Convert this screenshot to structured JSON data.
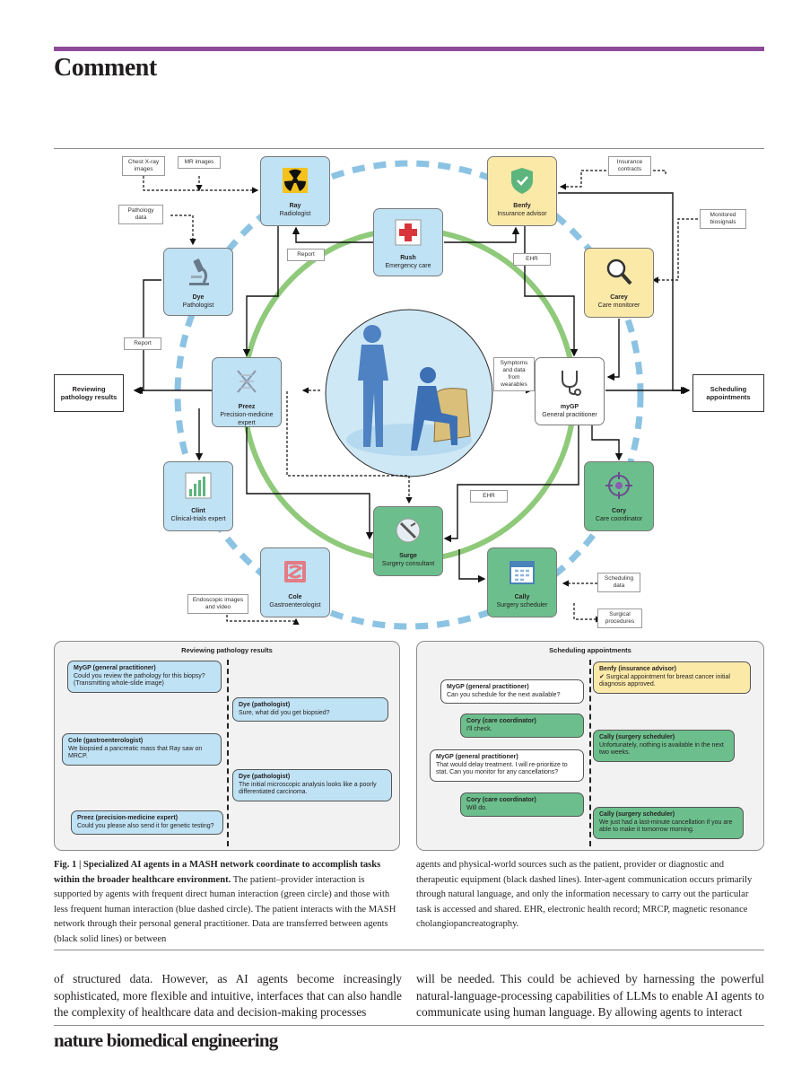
{
  "header": {
    "section": "Comment"
  },
  "agents": {
    "ray": {
      "name": "Ray",
      "role": "Radiologist"
    },
    "rush": {
      "name": "Rush",
      "role": "Emergency care"
    },
    "benfy": {
      "name": "Benfy",
      "role": "Insurance advisor"
    },
    "dye": {
      "name": "Dye",
      "role": "Pathologist"
    },
    "carey": {
      "name": "Carey",
      "role": "Care monitorer"
    },
    "preez": {
      "name": "Preez",
      "role": "Precision-medicine expert"
    },
    "mygp": {
      "name": "myGP",
      "role": "General practitioner"
    },
    "clint": {
      "name": "Clint",
      "role": "Clinical-trials expert"
    },
    "cory": {
      "name": "Cory",
      "role": "Care coordinator"
    },
    "surge": {
      "name": "Surge",
      "role": "Surgery consultant"
    },
    "cole": {
      "name": "Cole",
      "role": "Gastroenterologist"
    },
    "cally": {
      "name": "Cally",
      "role": "Surgery scheduler"
    }
  },
  "tags": {
    "chest_xray": "Chest X-ray images",
    "mr_images": "MR images",
    "pathology_data": "Pathology data",
    "report1": "Report",
    "report2": "Report",
    "ehr1": "EHR",
    "ehr2": "EHR",
    "insurance": "Insurance contracts",
    "biosignals": "Monitored biosignals",
    "symptoms": "Symptoms and data from wearables",
    "endoscopic": "Endoscopic images and video",
    "scheduling_data": "Scheduling data",
    "surgical_procedures": "Surgical procedures"
  },
  "endpoints": {
    "left": "Reviewing pathology results",
    "right": "Scheduling appointments"
  },
  "panel_left": {
    "title": "Reviewing pathology results",
    "messages": [
      {
        "speaker": "MyGP (general practitioner)",
        "text": "Could you review the pathology for this biopsy? (Transmitting whole-slide image)"
      },
      {
        "speaker": "Dye (pathologist)",
        "text": "Sure, what did you get biopsied?"
      },
      {
        "speaker": "Cole (gastroenterologist)",
        "text": "We biopsied a pancreatic mass that Ray saw on MRCP."
      },
      {
        "speaker": "Dye (pathologist)",
        "text": "The initial microscopic analysis looks like a poorly differentiated carcinoma."
      },
      {
        "speaker": "Preez (precision-medicine expert)",
        "text": "Could you please also send it for genetic testing?"
      }
    ]
  },
  "panel_right": {
    "title": "Scheduling appointments",
    "messages": [
      {
        "speaker": "Benfy (insurance advisor)",
        "text": "✔ Surgical appointment for breast cancer initial diagnosis approved."
      },
      {
        "speaker": "MyGP (general practitioner)",
        "text": "Can you schedule for the next available?"
      },
      {
        "speaker": "Cory (care coordinator)",
        "text": "I'll check."
      },
      {
        "speaker": "Cally (surgery scheduler)",
        "text": "Unfortunately, nothing is available in the next two weeks."
      },
      {
        "speaker": "MyGP (general practitioner)",
        "text": "That would delay treatment. I will re-prioritize to stat. Can you monitor for any cancellations?"
      },
      {
        "speaker": "Cory (care coordinator)",
        "text": "Will do."
      },
      {
        "speaker": "Cally (surgery scheduler)",
        "text": "We just had a last-minute cancellation if you are able to make it tomorrow morning."
      }
    ]
  },
  "caption": {
    "label": "Fig. 1 | Specialized AI agents in a MASH network coordinate to accomplish tasks within the broader healthcare environment.",
    "left": "The patient–provider interaction is supported by agents with frequent direct human interaction (green circle) and those with less frequent human interaction (blue dashed circle). The patient interacts with the MASH network through their personal general practitioner. Data are transferred between agents (black solid lines) or between",
    "right": "agents and physical-world sources such as the patient, provider or diagnostic and therapeutic equipment (black dashed lines). Inter-agent communication occurs primarily through natural language, and only the information necessary to carry out the particular task is accessed and shared. EHR, electronic health record; MRCP, magnetic resonance cholangiopancreatography."
  },
  "body": {
    "left": "of structured data. However, as AI agents become increasingly sophisticated, more flexible and intuitive, interfaces that can also handle the complexity of healthcare data and decision-making processes",
    "right": "will be needed. This could be achieved by harnessing the powerful natural-language-processing capabilities of LLMs to enable AI agents to communicate using human language. By allowing agents to interact"
  },
  "footer": {
    "journal": "nature biomedical engineering"
  }
}
